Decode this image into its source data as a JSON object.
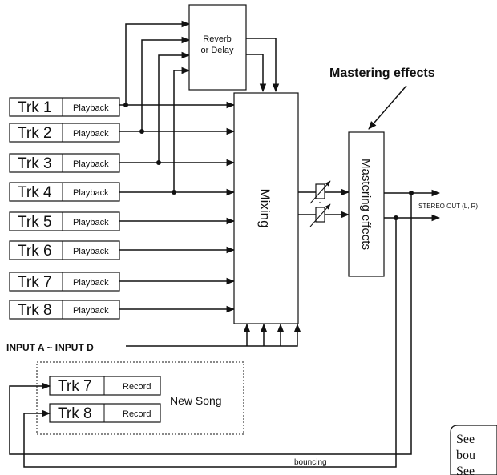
{
  "tracks": [
    {
      "name": "Trk 1",
      "mode": "Playback"
    },
    {
      "name": "Trk 2",
      "mode": "Playback"
    },
    {
      "name": "Trk 3",
      "mode": "Playback"
    },
    {
      "name": "Trk 4",
      "mode": "Playback"
    },
    {
      "name": "Trk 5",
      "mode": "Playback"
    },
    {
      "name": "Trk 6",
      "mode": "Playback"
    },
    {
      "name": "Trk 7",
      "mode": "Playback"
    },
    {
      "name": "Trk 8",
      "mode": "Playback"
    }
  ],
  "reverb": {
    "line1": "Reverb",
    "line2": "or Delay"
  },
  "mixing": "Mixing",
  "mastering_box": "Mastering effects",
  "mastering_title": "Mastering effects",
  "stereo_out": "STEREO OUT (L, R)",
  "input_label": "INPUT A ~ INPUT D",
  "new_song": {
    "label": "New Song",
    "tracks": [
      {
        "name": "Trk 7",
        "mode": "Record"
      },
      {
        "name": "Trk 8",
        "mode": "Record"
      }
    ]
  },
  "bouncing": "bouncing",
  "note": {
    "line1": "See",
    "line2": "bou",
    "line3": "See"
  }
}
